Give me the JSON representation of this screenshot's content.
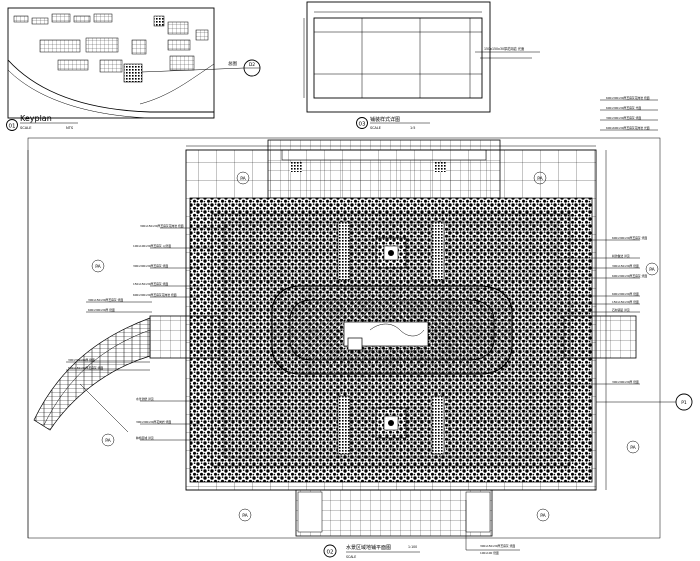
{
  "keyplan": {
    "number": "01",
    "title": "Keyplan",
    "scale_label": "SCALE",
    "scale_value": "NTS",
    "pointer_label": "总图",
    "pointer_ref": "D2"
  },
  "detail": {
    "number": "03",
    "title": "铺装样式详图",
    "scale_label": "SCALE",
    "scale_value": "1:5",
    "note": "150x150x30厚花岗岩 光面"
  },
  "plan": {
    "number": "02",
    "title": "水景区域地铺平面图",
    "scale_label": "SCALE",
    "scale_value": "1:100"
  },
  "pa_label": "PA",
  "section_ref": "P1",
  "callouts_left": [
    "300x150x30厚芝麻灰花岗岩 烧面",
    "100x100x30厚芝麻灰 火烧面",
    "300x300x30厚芝麻灰 烧面",
    "150x150x30厚芝麻灰 烧面",
    "600x300x30厚芝麻灰花岗岩 烧面",
    "300x150x30厚芝麻灰 烧面",
    "600x300x30厚 烧面",
    "300x300x30厚 烧面",
    "600x150x30厚芝麻灰 烧面",
    "水景池壁 详见",
    "300x300x30厚花岗岩 烧面",
    "种植区域 详见"
  ],
  "callouts_right": [
    "600x300x30厚芝麻灰花岗岩 烧面",
    "600x300x30厚芝麻灰 光面",
    "300x300x30厚芝麻灰 烧面",
    "600x600x30厚芝麻灰花岗岩 光面",
    "600x300x30厚芝麻灰 烧面",
    "树池做法 详见",
    "300x150x30厚 烧面",
    "600x300x30厚芝麻灰 烧面",
    "600x300x30厚 烧面",
    "150x150x30厚 烧面",
    "石材铺装 详见",
    "300x300x30厚 烧面"
  ],
  "callout_bottom": [
    "300x150x30厚芝麻灰 烧面",
    "100x100 烧面"
  ],
  "line_color": "#000000",
  "background": "#ffffff"
}
